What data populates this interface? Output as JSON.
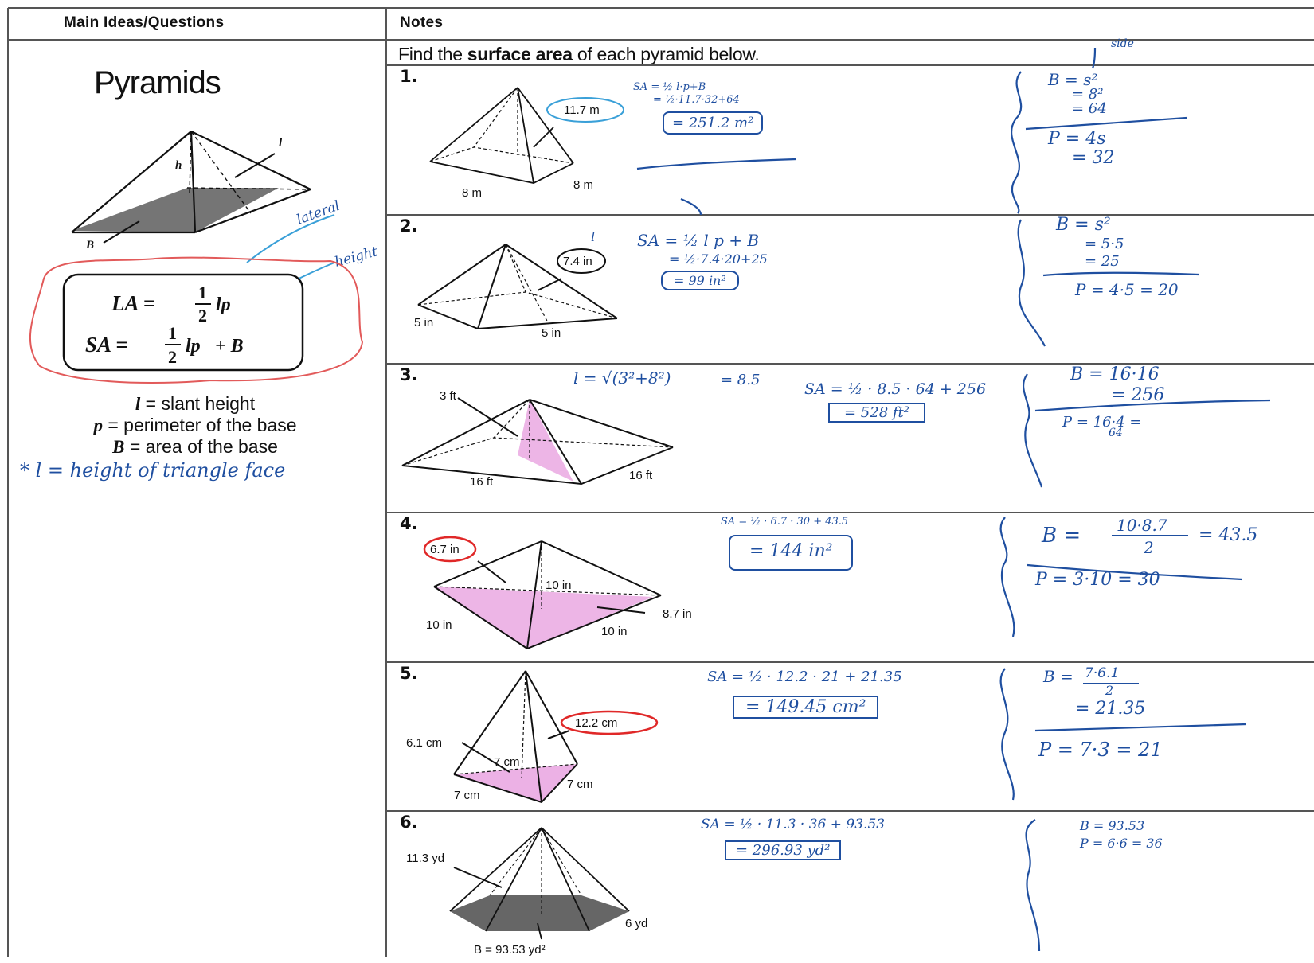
{
  "headers": {
    "left": "Main Ideas/Questions",
    "right": "Notes"
  },
  "instruction": {
    "pre": "Find the ",
    "bold": "surface area",
    "post": " of each pyramid below."
  },
  "left": {
    "title": "Pyramids",
    "diagram_labels": {
      "h": "h",
      "l": "l",
      "B": "B"
    },
    "ink_labels": {
      "lateral": "lateral",
      "height": "height"
    },
    "formula": {
      "la_lhs": "LA =",
      "sa_lhs": "SA =",
      "num": "1",
      "den": "2",
      "lp": "lp",
      "plus_b": "+ B"
    },
    "definitions": [
      {
        "sym": "l",
        "text": " = slant height"
      },
      {
        "sym": "p",
        "text": " = perimeter of the base"
      },
      {
        "sym": "B",
        "text": " = area of the base"
      }
    ],
    "note": "* l = height of triangle face"
  },
  "problems": [
    {
      "num": "1.",
      "labels": [
        "11.7 m",
        "8 m",
        "8 m"
      ],
      "work": [
        "SA = ½ l·p+B",
        "= ½·11.7·32+64",
        "= 251.2 m²"
      ],
      "side": [
        "side",
        "B = s²",
        "= 8²",
        "= 64",
        "P = 4s",
        "= 32"
      ]
    },
    {
      "num": "2.",
      "labels": [
        "7.4 in",
        "5 in",
        "5 in"
      ],
      "work": [
        "l",
        "SA = ½ l p + B",
        "= ½·7.4·20+25",
        "= 99 in²"
      ],
      "side": [
        "B = s²",
        "= 5·5",
        "= 25",
        "P = 4·5 = 20"
      ]
    },
    {
      "num": "3.",
      "labels": [
        "3 ft",
        "16 ft",
        "16 ft"
      ],
      "work": [
        "l = √(3²+8²)",
        "= 8.5",
        "SA = ½ · 8.5 · 64 + 256",
        "= 528 ft²"
      ],
      "side": [
        "B = 16·16",
        "= 256",
        "P = 16·4 =",
        "64"
      ]
    },
    {
      "num": "4.",
      "labels": [
        "6.7 in",
        "10 in",
        "10 in",
        "10 in",
        "8.7 in"
      ],
      "work": [
        "SA = ½ · 6.7 · 30 + 43.5",
        "= 144 in²"
      ],
      "side": [
        "B =",
        "10·8.7",
        "2",
        "= 43.5",
        "P = 3·10 = 30"
      ]
    },
    {
      "num": "5.",
      "labels": [
        "12.2 cm",
        "6.1 cm",
        "7 cm",
        "7 cm",
        "7 cm"
      ],
      "work": [
        "SA = ½ · 12.2 · 21 + 21.35",
        "= 149.45 cm²"
      ],
      "side": [
        "B =",
        "7·6.1",
        "2",
        "= 21.35",
        "P = 7·3 = 21"
      ]
    },
    {
      "num": "6.",
      "labels": [
        "11.3 yd",
        "6 yd",
        "B = 93.53 yd²"
      ],
      "work": [
        "SA = ½ · 11.3 · 36 + 93.53",
        "= 296.93 yd²"
      ],
      "side": [
        "B = 93.53",
        "P = 6·6 = 36"
      ]
    }
  ]
}
